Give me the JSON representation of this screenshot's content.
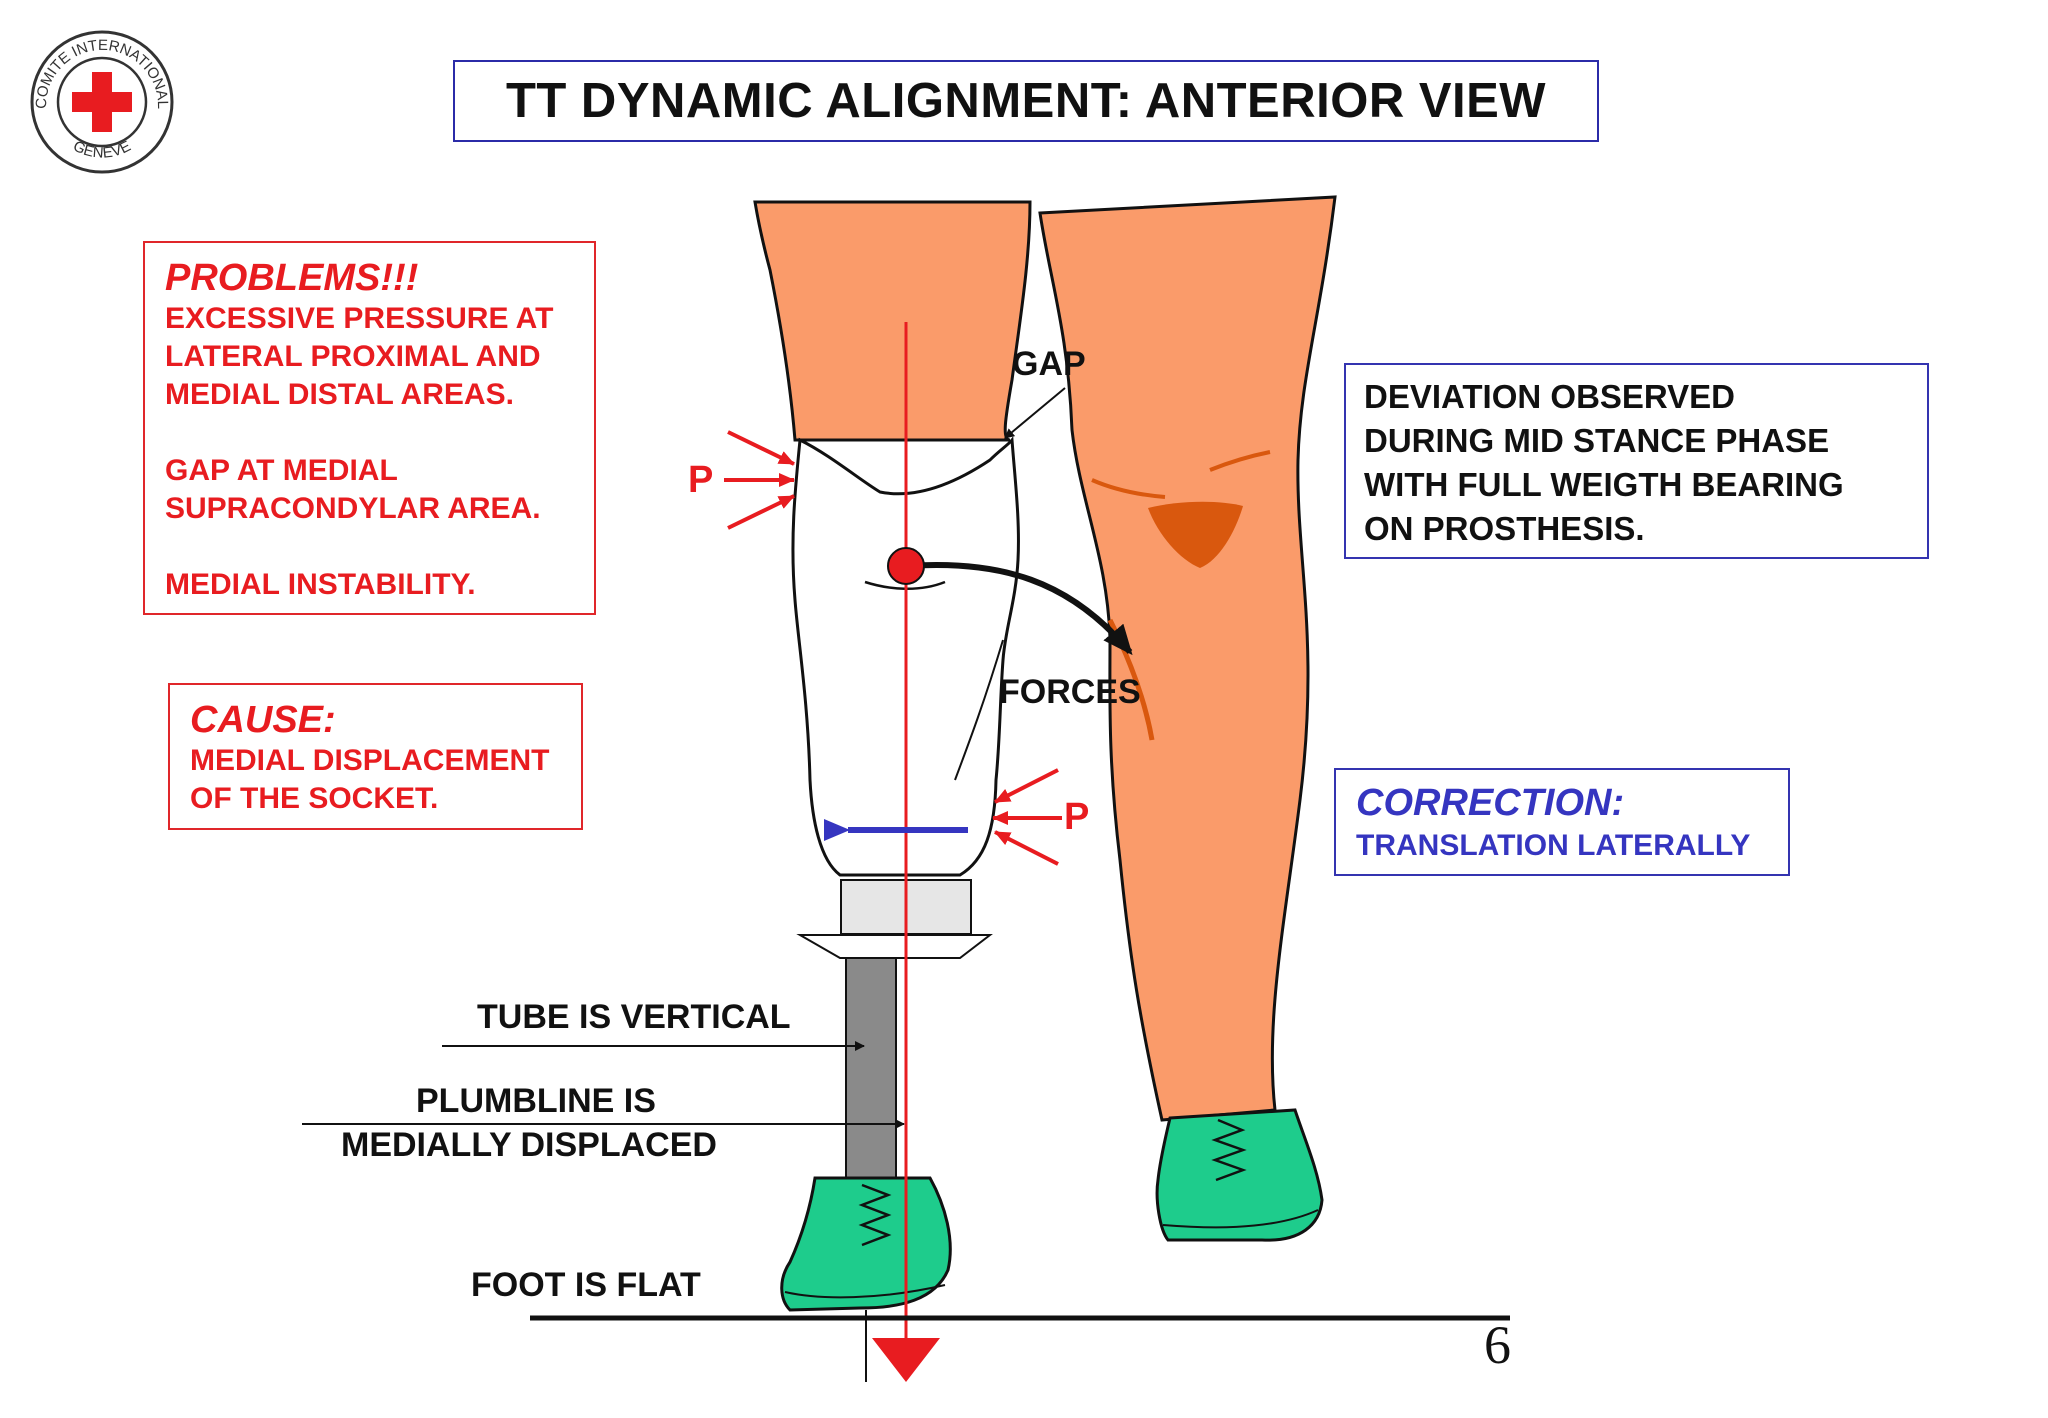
{
  "logo": {
    "text_top": "COMITE INTERNATIONAL",
    "text_bottom": "GENEVE"
  },
  "title": "TT DYNAMIC ALIGNMENT: ANTERIOR VIEW",
  "problems": {
    "heading": "PROBLEMS!!!",
    "lines": [
      "EXCESSIVE PRESSURE AT",
      "LATERAL PROXIMAL AND",
      "MEDIAL DISTAL AREAS.",
      "GAP AT MEDIAL",
      "SUPRACONDYLAR AREA.",
      "MEDIAL INSTABILITY."
    ]
  },
  "cause": {
    "heading": "CAUSE:",
    "lines": [
      "MEDIAL DISPLACEMENT",
      "OF THE SOCKET."
    ]
  },
  "deviation": {
    "lines": [
      "DEVIATION OBSERVED",
      "DURING MID STANCE PHASE",
      "WITH FULL WEIGTH BEARING",
      "ON PROSTHESIS."
    ]
  },
  "correction": {
    "heading": "CORRECTION:",
    "line": "TRANSLATION LATERALLY"
  },
  "labels": {
    "gap": "GAP",
    "forces": "FORCES",
    "p_upper": "P",
    "p_lower": "P",
    "tube": "TUBE IS VERTICAL",
    "plumb_1": "PLUMBLINE IS",
    "plumb_2": "MEDIALLY DISPLACED",
    "foot": "FOOT IS FLAT"
  },
  "page_number": "6",
  "colors": {
    "skin": "#fa9b6a",
    "red": "#e81c20",
    "blue": "#3535c0",
    "shoe": "#1ecc8c",
    "pylon": "#8a8a8a"
  }
}
